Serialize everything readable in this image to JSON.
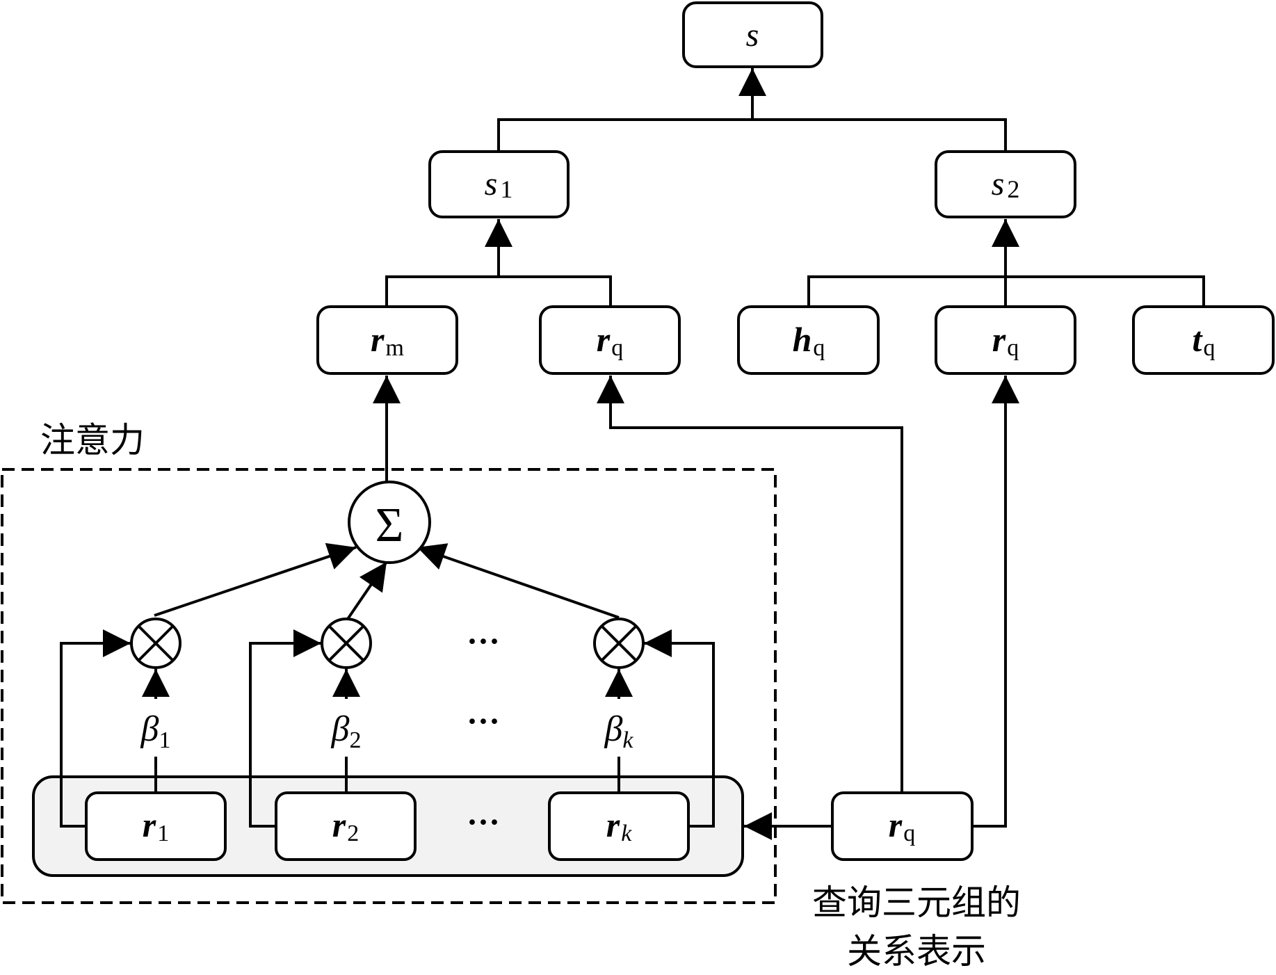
{
  "nodes": {
    "s": {
      "main": "s"
    },
    "s1": {
      "main": "s",
      "sub": "1"
    },
    "s2": {
      "main": "s",
      "sub": "2"
    },
    "r_m": {
      "main": "r",
      "sub": "m"
    },
    "r_q_left": {
      "main": "r",
      "sub": "q"
    },
    "h_q": {
      "main": "h",
      "sub": "q"
    },
    "r_q_mid": {
      "main": "r",
      "sub": "q"
    },
    "t_q": {
      "main": "t",
      "sub": "q"
    },
    "sum": {
      "symbol": "Σ"
    },
    "r1": {
      "main": "r",
      "sub": "1"
    },
    "r2": {
      "main": "r",
      "sub": "2"
    },
    "rk": {
      "main": "r",
      "sub": "k"
    },
    "r_q_query": {
      "main": "r",
      "sub": "q"
    },
    "beta1": {
      "main": "β",
      "sub": "1"
    },
    "beta2": {
      "main": "β",
      "sub": "2"
    },
    "betak": {
      "main": "β",
      "sub": "k"
    }
  },
  "ellipsis": "···",
  "attention_label": "注意力",
  "query_label": {
    "line1": "查询三元组的",
    "line2": "关系表示"
  }
}
